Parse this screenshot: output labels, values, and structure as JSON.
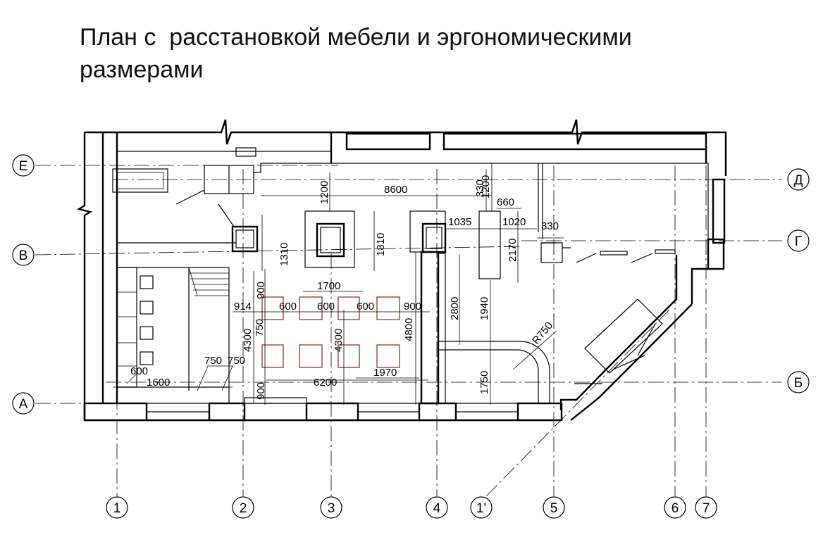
{
  "title": "План с  расстановкой мебели и эргономическими\nразмерами",
  "axes": {
    "E": "Е",
    "D": "Д",
    "V": "В",
    "G": "Г",
    "A": "А",
    "B": "Б",
    "n1": "1",
    "n2": "2",
    "n3": "3",
    "n4": "4",
    "n1p": "1'",
    "n5": "5",
    "n6": "6",
    "n7": "7"
  },
  "dims": {
    "d8600": "8600",
    "d1200a": "1200",
    "d330a": "330",
    "d1200b": "1200",
    "d660": "660",
    "d1035": "1035",
    "d1020": "1020",
    "d330b": "330",
    "d1310": "1310",
    "d1810": "1810",
    "d2170": "2170",
    "d900a": "900",
    "d1700": "1700",
    "d914": "914",
    "d600a": "600",
    "d600b": "600",
    "d600c": "600",
    "d900b": "900",
    "d2800": "2800",
    "d1940": "1940",
    "d4800": "4800",
    "d4300a": "4300",
    "d750a": "750",
    "d4300b": "4300",
    "dR750": "R750",
    "d1970": "1970",
    "d1750": "1750",
    "d750b": "750",
    "d750c": "750",
    "d600d": "600",
    "d1600": "1600",
    "d6200": "6200",
    "d900c": "900"
  }
}
